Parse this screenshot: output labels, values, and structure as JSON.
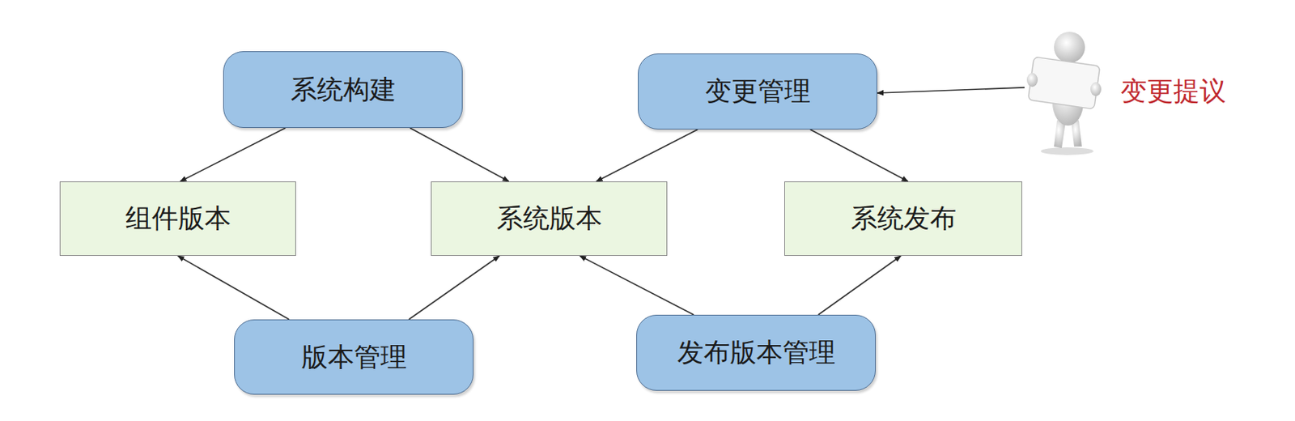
{
  "diagram": {
    "nodes": [
      {
        "text": [
          "系统构建"
        ]
      },
      {
        "text": [
          "变更管理"
        ]
      },
      {
        "text": [
          "变更提议"
        ]
      },
      {
        "text": [
          "组件版本"
        ]
      },
      {
        "text": [
          "系统版本"
        ]
      },
      {
        "text": [
          "系统发布"
        ]
      },
      {
        "text": [
          "版本管理"
        ]
      },
      {
        "text": [
          "发布版本管理"
        ]
      }
    ],
    "edges": [
      {
        "from": 0,
        "to": 3,
        "arrow": "to"
      },
      {
        "from": 0,
        "to": 4,
        "arrow": "to"
      },
      {
        "from": 1,
        "to": 4,
        "arrow": "to"
      },
      {
        "from": 1,
        "to": 5,
        "arrow": "to"
      },
      {
        "from": 2,
        "to": 1,
        "arrow": "to"
      },
      {
        "from": 6,
        "to": 3,
        "arrow": "to"
      },
      {
        "from": 6,
        "to": 4,
        "arrow": "to"
      },
      {
        "from": 7,
        "to": 4,
        "arrow": "to"
      },
      {
        "from": 7,
        "to": 5,
        "arrow": "to"
      }
    ]
  }
}
